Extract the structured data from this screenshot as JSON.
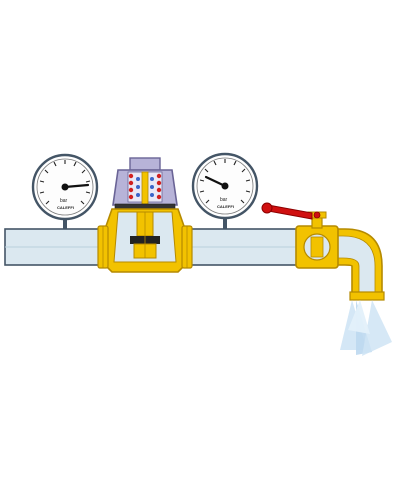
{
  "gauges": [
    {
      "unit": "bar",
      "brand": "CALEFFI"
    },
    {
      "unit": "bar",
      "brand": "CALEFFI"
    }
  ],
  "colors": {
    "pipe_fill": "#dbe8f0",
    "pipe_outline": "#445566",
    "brass": "#f2c200",
    "brass_dark": "#b58a00",
    "valve_body": "#b7b3d8",
    "valve_dark": "#6a6496",
    "spring_red": "#d22020",
    "spring_blue": "#3a63c9",
    "lever_red": "#d01010",
    "water_spray": "#cfe4f5"
  },
  "icons": {
    "left_gauge": "pressure-gauge-icon",
    "right_gauge": "pressure-gauge-icon",
    "reducer": "pressure-reducing-valve-icon",
    "ball_valve": "ball-valve-icon"
  }
}
